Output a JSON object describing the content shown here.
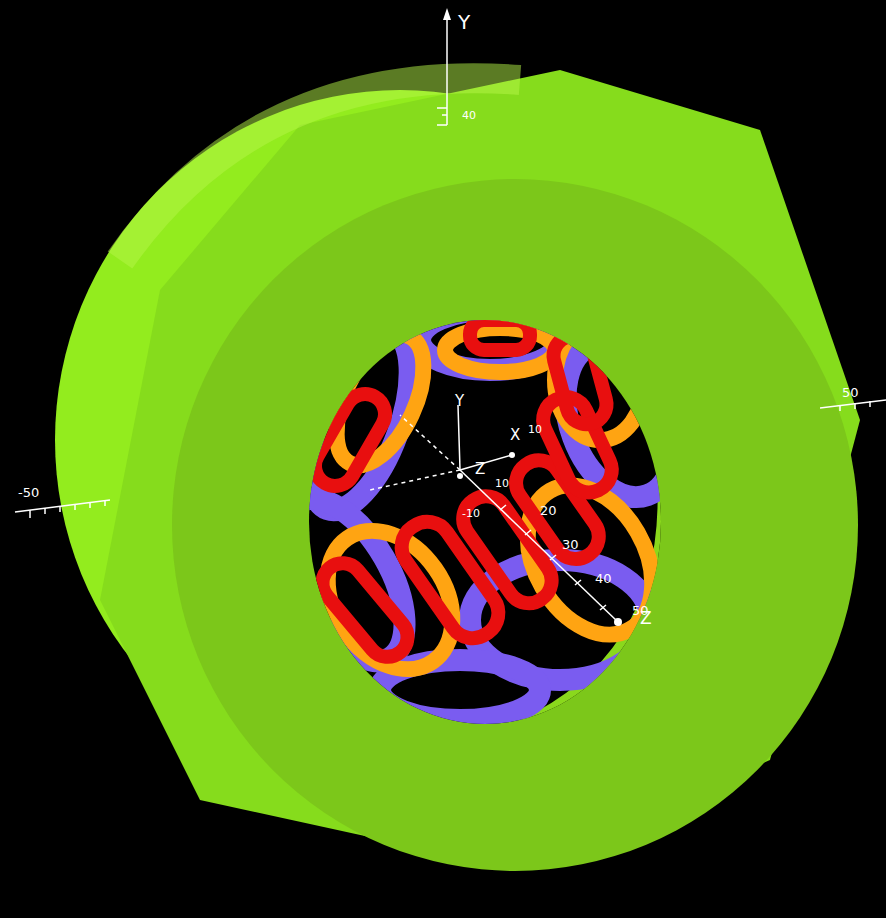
{
  "diagram": {
    "labels": [
      "Y",
      "40",
      "-50",
      "50",
      "Y",
      "X",
      "10",
      "Z",
      "10",
      "-10",
      "20",
      "30",
      "40",
      "50",
      "Z"
    ]
  }
}
